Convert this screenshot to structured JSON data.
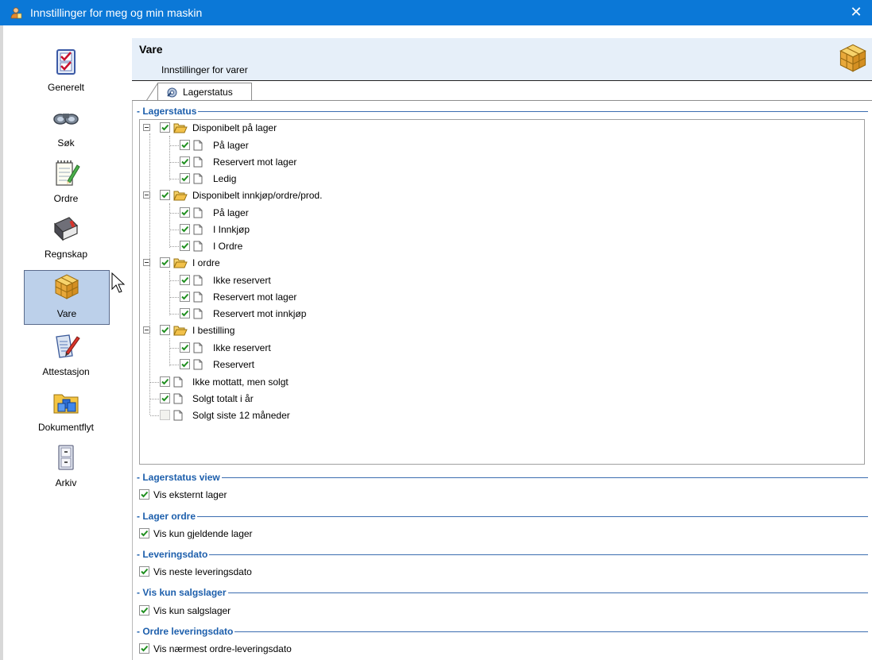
{
  "window": {
    "title": "Innstillinger for meg og min maskin",
    "close_glyph": "✕"
  },
  "sidebar": {
    "items": [
      {
        "label": "Generelt",
        "icon": "checklist-icon"
      },
      {
        "label": "Søk",
        "icon": "binoculars-icon"
      },
      {
        "label": "Ordre",
        "icon": "notepad-pencil-icon"
      },
      {
        "label": "Regnskap",
        "icon": "ledger-book-icon"
      },
      {
        "label": "Vare",
        "icon": "boxes-icon",
        "selected": true
      },
      {
        "label": "Attestasjon",
        "icon": "document-pen-icon"
      },
      {
        "label": "Dokumentflyt",
        "icon": "folder-documents-icon"
      },
      {
        "label": "Arkiv",
        "icon": "file-cabinet-icon"
      }
    ]
  },
  "header": {
    "title": "Vare",
    "subtitle": "Innstillinger for varer"
  },
  "tab": {
    "label": "Lagerstatus"
  },
  "sections": {
    "lagerstatus": "Lagerstatus",
    "lagerstatus_view": "Lagerstatus view",
    "lager_ordre": "Lager ordre",
    "leveringsdato": "Leveringsdato",
    "vis_kun_salgslager": "Vis kun salgslager",
    "ordre_leveringsdato": "Ordre leveringsdato"
  },
  "tree": [
    {
      "label": "Disponibelt på lager",
      "checked": true,
      "children": [
        {
          "label": "På lager",
          "checked": true
        },
        {
          "label": "Reservert mot lager",
          "checked": true
        },
        {
          "label": "Ledig",
          "checked": true
        }
      ]
    },
    {
      "label": "Disponibelt innkjøp/ordre/prod.",
      "checked": true,
      "children": [
        {
          "label": "På lager",
          "checked": true
        },
        {
          "label": "I Innkjøp",
          "checked": true
        },
        {
          "label": "I Ordre",
          "checked": true
        }
      ]
    },
    {
      "label": "I ordre",
      "checked": true,
      "children": [
        {
          "label": "Ikke reservert",
          "checked": true
        },
        {
          "label": "Reservert mot lager",
          "checked": true
        },
        {
          "label": "Reservert mot innkjøp",
          "checked": true
        }
      ]
    },
    {
      "label": "I bestilling",
      "checked": true,
      "children": [
        {
          "label": "Ikke reservert",
          "checked": true
        },
        {
          "label": "Reservert",
          "checked": true
        }
      ]
    },
    {
      "label": "Ikke mottatt, men solgt",
      "checked": true
    },
    {
      "label": "Solgt totalt i år",
      "checked": true
    },
    {
      "label": "Solgt siste 12 måneder",
      "checked": false
    }
  ],
  "options": {
    "vis_eksternt_lager": {
      "label": "Vis eksternt lager",
      "checked": true
    },
    "vis_kun_gjeldende_lager": {
      "label": "Vis kun gjeldende lager",
      "checked": true
    },
    "vis_neste_leveringsdato": {
      "label": "Vis neste leveringsdato",
      "checked": true
    },
    "vis_kun_salgslager": {
      "label": "Vis kun salgslager",
      "checked": true
    },
    "vis_naermest_ordre_leveringsdato": {
      "label": "Vis nærmest ordre-leveringsdato",
      "checked": true
    }
  }
}
